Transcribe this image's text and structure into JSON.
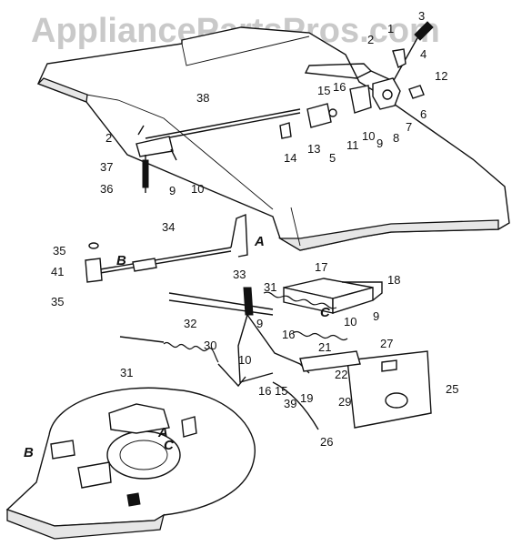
{
  "watermark": "AppliancePartsPros.com",
  "labels": [
    {
      "id": "3a",
      "text": "3"
    },
    {
      "id": "2a",
      "text": "2"
    },
    {
      "id": "1a",
      "text": "1"
    },
    {
      "id": "4a",
      "text": "4"
    },
    {
      "id": "12a",
      "text": "12"
    },
    {
      "id": "15a",
      "text": "15"
    },
    {
      "id": "16a",
      "text": "16"
    },
    {
      "id": "38a",
      "text": "38"
    },
    {
      "id": "6a",
      "text": "6"
    },
    {
      "id": "7a",
      "text": "7"
    },
    {
      "id": "8a",
      "text": "8"
    },
    {
      "id": "9a",
      "text": "9"
    },
    {
      "id": "10a",
      "text": "10"
    },
    {
      "id": "11a",
      "text": "11"
    },
    {
      "id": "13a",
      "text": "13"
    },
    {
      "id": "14a",
      "text": "14"
    },
    {
      "id": "5a",
      "text": "5"
    },
    {
      "id": "2b",
      "text": "2"
    },
    {
      "id": "37a",
      "text": "37"
    },
    {
      "id": "36a",
      "text": "36"
    },
    {
      "id": "9b",
      "text": "9"
    },
    {
      "id": "10b",
      "text": "10"
    },
    {
      "id": "34a",
      "text": "34"
    },
    {
      "id": "35a",
      "text": "35"
    },
    {
      "id": "41a",
      "text": "41"
    },
    {
      "id": "35b",
      "text": "35"
    },
    {
      "id": "33a",
      "text": "33"
    },
    {
      "id": "31a",
      "text": "31"
    },
    {
      "id": "17a",
      "text": "17"
    },
    {
      "id": "18a",
      "text": "18"
    },
    {
      "id": "9c",
      "text": "9"
    },
    {
      "id": "10c",
      "text": "10"
    },
    {
      "id": "32a",
      "text": "32"
    },
    {
      "id": "9d",
      "text": "9"
    },
    {
      "id": "16b",
      "text": "16"
    },
    {
      "id": "30a",
      "text": "30"
    },
    {
      "id": "21a",
      "text": "21"
    },
    {
      "id": "27a",
      "text": "27"
    },
    {
      "id": "10d",
      "text": "10"
    },
    {
      "id": "22a",
      "text": "22"
    },
    {
      "id": "31b",
      "text": "31"
    },
    {
      "id": "16c",
      "text": "16"
    },
    {
      "id": "15b",
      "text": "15"
    },
    {
      "id": "39a",
      "text": "39"
    },
    {
      "id": "19a",
      "text": "19"
    },
    {
      "id": "29a",
      "text": "29"
    },
    {
      "id": "25a",
      "text": "25"
    },
    {
      "id": "26a",
      "text": "26"
    }
  ],
  "reference_letters": [
    {
      "id": "A1",
      "text": "A"
    },
    {
      "id": "B1",
      "text": "B"
    },
    {
      "id": "C1",
      "text": "C"
    },
    {
      "id": "A2",
      "text": "A"
    },
    {
      "id": "C2",
      "text": "C"
    },
    {
      "id": "B2",
      "text": "B"
    }
  ]
}
